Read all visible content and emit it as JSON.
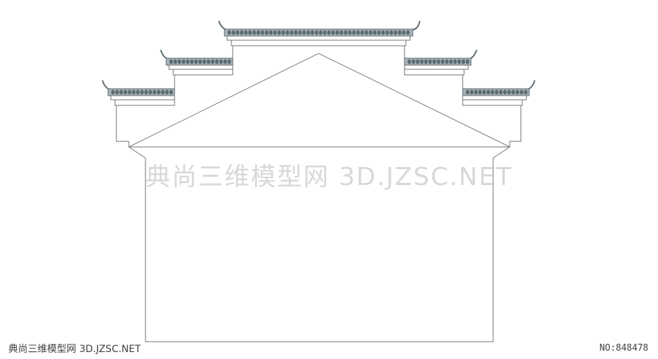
{
  "watermark": {
    "center_text": "典尚三维模型网 3D.JZSC.NET",
    "footer_left_text": "典尚三维模型网 3D.JZSC.NET",
    "footer_right_text": "NO:848478"
  },
  "drawing": {
    "subject": "stepped-gable-wall-elevation",
    "line_color": "#6f6f6f",
    "tile_color": "#5b6a72",
    "tile_highlight": "#a9b4ba"
  }
}
